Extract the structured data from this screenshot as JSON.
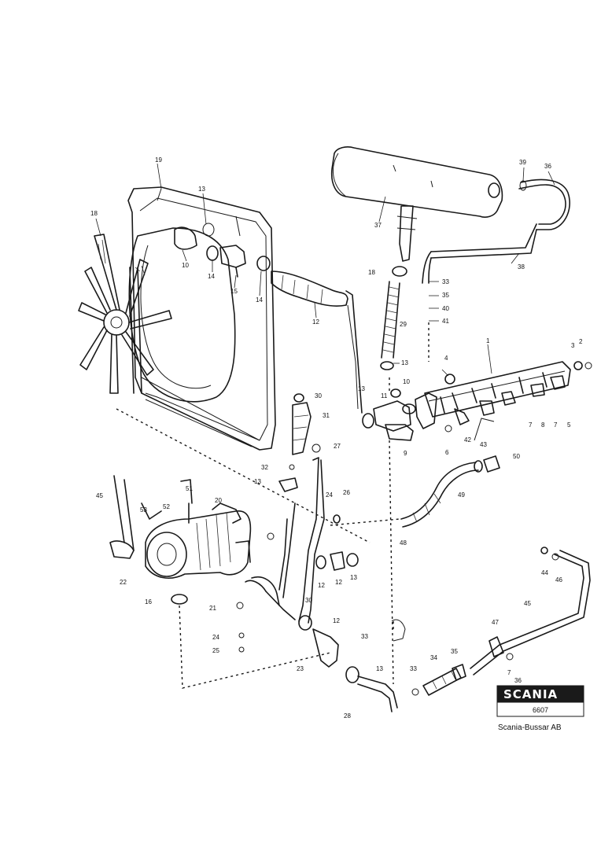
{
  "callouts": [
    "19",
    "18",
    "13",
    "10",
    "14",
    "15",
    "14",
    "12",
    "37",
    "39",
    "36",
    "38",
    "18",
    "33",
    "35",
    "40",
    "41",
    "29",
    "13",
    "1",
    "2",
    "3",
    "4",
    "13",
    "11",
    "10",
    "30",
    "31",
    "9",
    "7",
    "8",
    "7",
    "5",
    "6",
    "43",
    "42",
    "27",
    "32",
    "13",
    "50",
    "45",
    "52",
    "51",
    "20",
    "24",
    "26",
    "53",
    "22",
    "49",
    "12",
    "12",
    "13",
    "48",
    "44",
    "46",
    "16",
    "21",
    "30",
    "12",
    "45",
    "47",
    "24",
    "25",
    "33",
    "23",
    "13",
    "34",
    "35",
    "7",
    "36",
    "28",
    "33"
  ],
  "logo": {
    "brand": "SCANIA",
    "ref": "6607",
    "publisher": "Scania-Bussar AB"
  }
}
